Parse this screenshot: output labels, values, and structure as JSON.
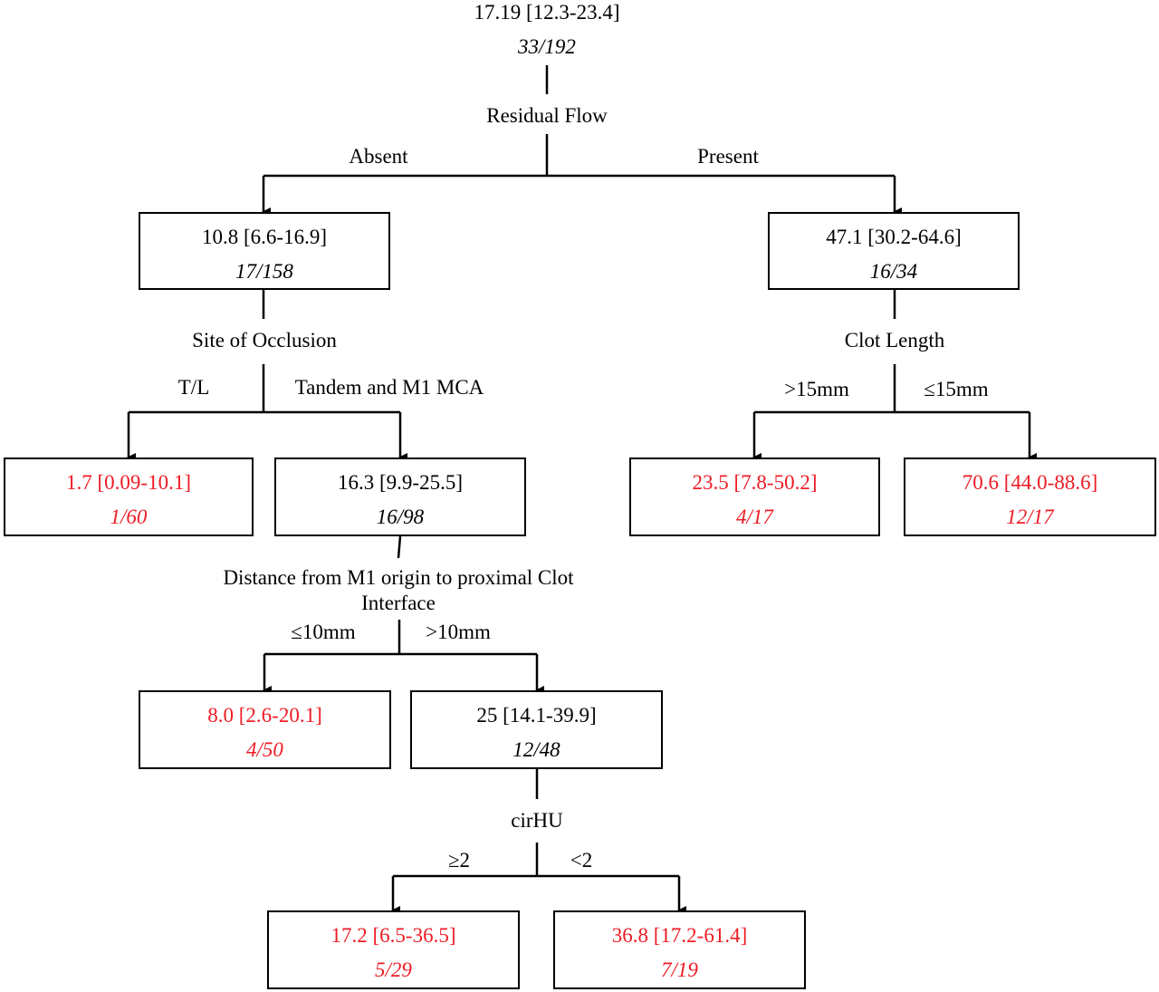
{
  "root": {
    "estimate": "17.19 [12.3-23.4]",
    "ratio": "33/192"
  },
  "splits": {
    "residual_flow": "Residual Flow",
    "site_of_occlusion": "Site of Occlusion",
    "clot_length": "Clot Length",
    "distance_line1": "Distance from M1 origin to proximal Clot",
    "distance_line2": "Interface",
    "cirhu": "cirHU"
  },
  "branches": {
    "absent": "Absent",
    "present": "Present",
    "tl": "T/L",
    "tandem_m1": "Tandem and M1 MCA",
    "gt15": ">15mm",
    "le15": "≤15mm",
    "le10": "≤10mm",
    "gt10": ">10mm",
    "ge2": "≥2",
    "lt2": "<2"
  },
  "nodes": {
    "absent": {
      "estimate": "10.8 [6.6-16.9]",
      "ratio": "17/158"
    },
    "present": {
      "estimate": "47.1 [30.2-64.6]",
      "ratio": "16/34"
    },
    "tl": {
      "estimate": "1.7 [0.09-10.1]",
      "ratio": "1/60"
    },
    "tandem": {
      "estimate": "16.3 [9.9-25.5]",
      "ratio": "16/98"
    },
    "gt15": {
      "estimate": "23.5 [7.8-50.2]",
      "ratio": "4/17"
    },
    "le15": {
      "estimate": "70.6 [44.0-88.6]",
      "ratio": "12/17"
    },
    "le10": {
      "estimate": "8.0 [2.6-20.1]",
      "ratio": "4/50"
    },
    "gt10": {
      "estimate": "25 [14.1-39.9]",
      "ratio": "12/48"
    },
    "ge2": {
      "estimate": "17.2 [6.5-36.5]",
      "ratio": "5/29"
    },
    "lt2": {
      "estimate": "36.8 [17.2-61.4]",
      "ratio": "7/19"
    }
  },
  "colors": {
    "line": "#000000",
    "terminal_text": "#ee1c25",
    "text": "#000000"
  }
}
